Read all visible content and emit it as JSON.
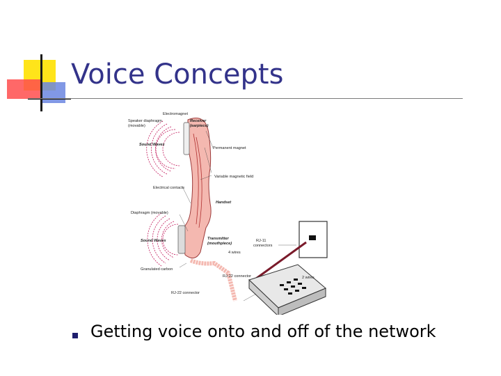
{
  "slide": {
    "title": "Voice Concepts",
    "bullets": [
      "Getting voice onto and off of the network"
    ]
  },
  "diagram": {
    "labels": {
      "electromagnet": "Electromagnet",
      "speaker_diaphragm": "Speaker diaphragm",
      "speaker_diaphragm_2": "(movable)",
      "receiver": "Receiver",
      "receiver_2": "(earpiece)",
      "sound_waves_top": "Sound Waves",
      "permanent_magnet": "Permanent magnet",
      "variable_field": "Variable magnetic field",
      "electrical_contacts": "Electrical contacts",
      "handset": "Handset",
      "diaphragm": "Diaphragm (movable)",
      "sound_waves_bottom": "Sound Waves",
      "transmitter": "Transmitter",
      "transmitter_2": "(mouthpiece)",
      "four_wires": "4 wires",
      "rj11": "RJ-11",
      "rj11_2": "connectors",
      "granulated_carbon": "Granulated carbon",
      "rj22": "RJ-22 connector",
      "two_wires": "2 wires",
      "rj22b": "RJ-22 connector"
    },
    "colors": {
      "handset_fill": "#f4b8b0",
      "handset_stroke": "#9c3a3a",
      "wire": "#b03030",
      "sound_waves": "#c2185b",
      "phone_body": "#e8e8e8",
      "line_cord": "#7a1a2a"
    }
  },
  "logo": {
    "colors": {
      "yellow": "#ffe41a",
      "red": "#ff3030",
      "blue": "#5070d0",
      "dark": "#1a1a1a"
    }
  }
}
